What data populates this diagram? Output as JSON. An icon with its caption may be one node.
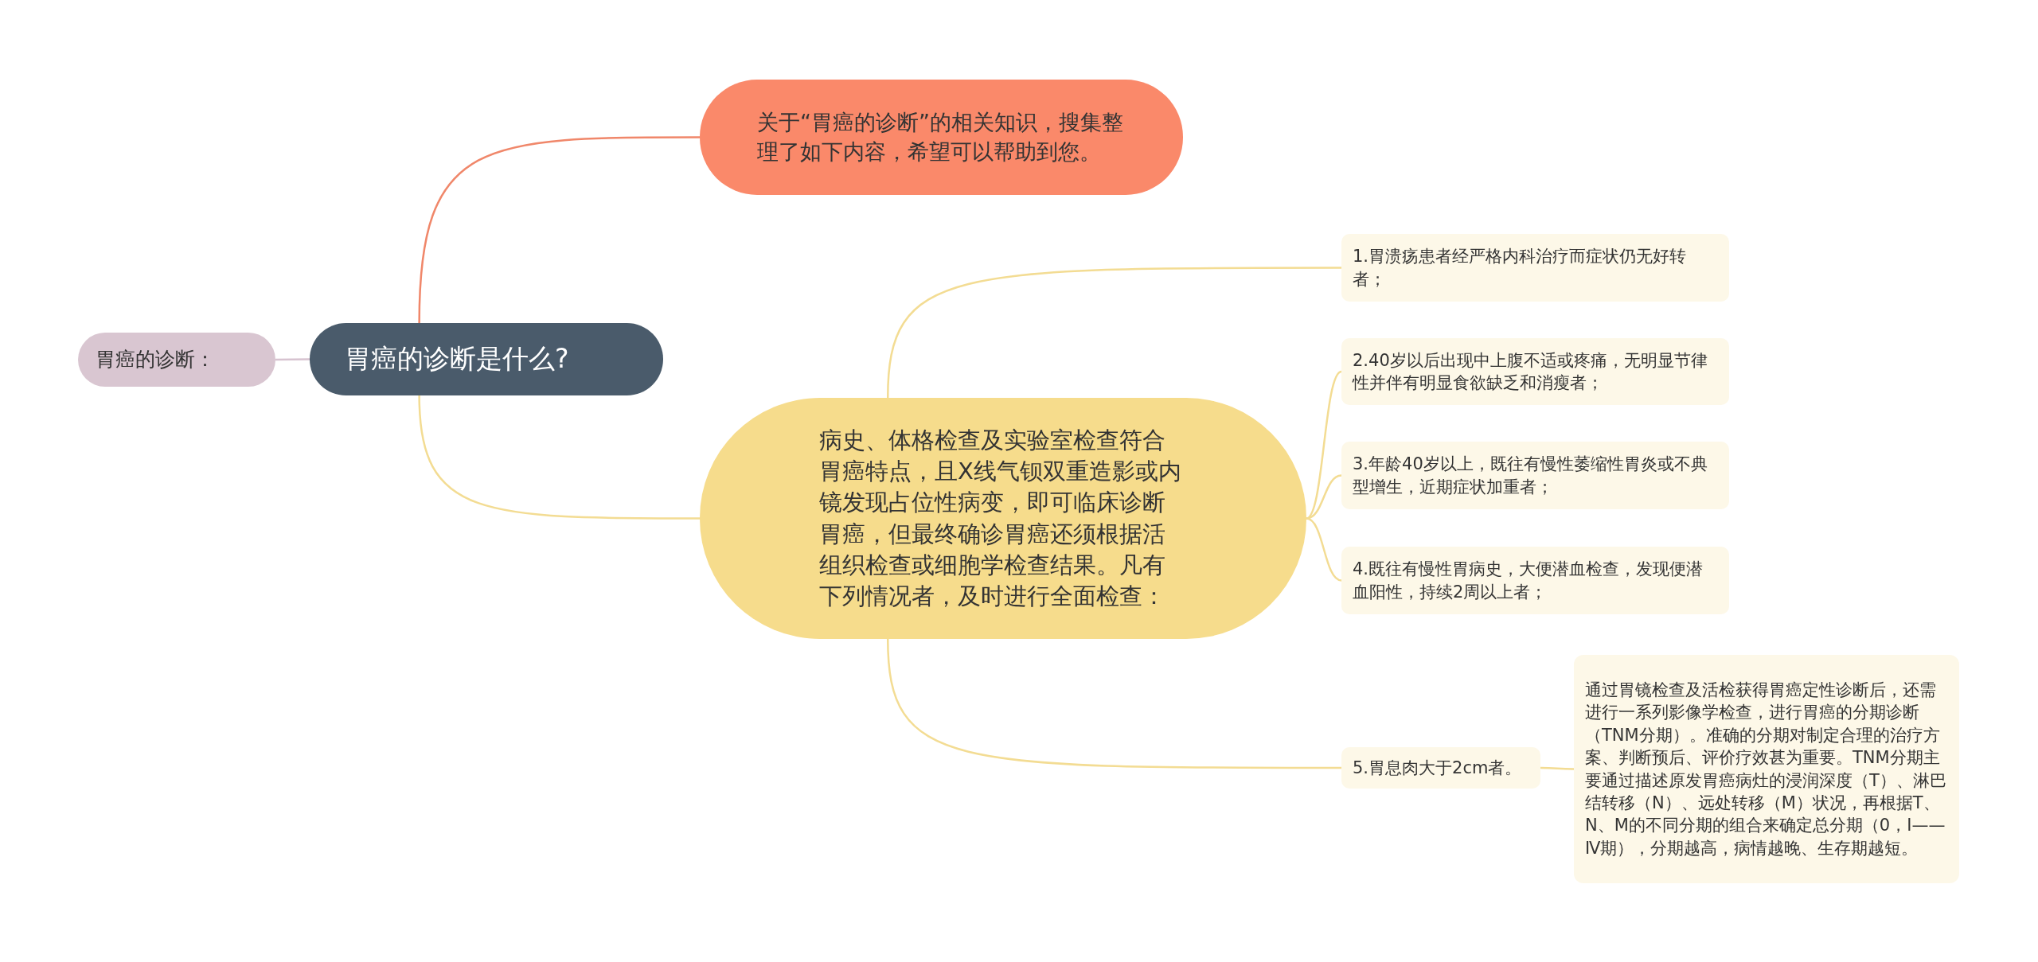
{
  "diagram": {
    "nodes": [
      {
        "text": [
          "胃癌的诊断："
        ]
      },
      {
        "text": [
          "胃癌的诊断是什么?"
        ]
      },
      {
        "text": [
          "关于“胃癌的诊断”的相关知识，搜集整理了如下内容，希望可以帮助到您。"
        ]
      },
      {
        "text": [
          "病史、体格检查及实验室检查符合胃癌特点，且X线气钡双重造影或内镜发现占位性病变，即可临床诊断胃癌，但最终确诊胃癌还须根据活组织检查或细胞学检查结果。凡有下列情况者，及时进行全面检查："
        ]
      },
      {
        "text": [
          "1.胃溃疡患者经严格内科治疗而症状仍无好转者；"
        ]
      },
      {
        "text": [
          "2.40岁以后出现中上腹不适或疼痛，无明显节律性并伴有明显食欲缺乏和消瘦者；"
        ]
      },
      {
        "text": [
          "3.年龄40岁以上，既往有慢性萎缩性胃炎或不典型增生，近期症状加重者；"
        ]
      },
      {
        "text": [
          "4.既往有慢性胃病史，大便潜血检查，发现便潜血阳性，持续2周以上者；"
        ]
      },
      {
        "text": [
          "5.胃息肉大于2cm者。"
        ]
      },
      {
        "text": [
          "通过胃镜检查及活检获得胃癌定性诊断后，还需进行一系列影像学检查，进行胃癌的分期诊断（TNM分期）。准确的分期对制定合理的治疗方案、判断预后、评价疗效甚为重要。TNM分期主要通过描述原发胃癌病灶的浸润深度（T）、淋巴结转移（N）、远处转移（M）状况，再根据T、N、M的不同分期的组合来确定总分期（0，Ⅰ——Ⅳ期），分期越高，病情越晚、生存期越短。"
        ]
      }
    ],
    "edges": [
      {
        "from": 1,
        "to": 0,
        "arrow": "none",
        "color": "#d7c3d0"
      },
      {
        "from": 1,
        "to": 2,
        "arrow": "none",
        "color": "#f0876a"
      },
      {
        "from": 1,
        "to": 3,
        "arrow": "none"
      },
      {
        "from": 3,
        "to": 4,
        "arrow": "none"
      },
      {
        "from": 3,
        "to": 5,
        "arrow": "none"
      },
      {
        "from": 3,
        "to": 6,
        "arrow": "none"
      },
      {
        "from": 3,
        "to": 7,
        "arrow": "none"
      },
      {
        "from": 3,
        "to": 8,
        "arrow": "none"
      },
      {
        "from": 8,
        "to": 9,
        "arrow": "none"
      }
    ]
  }
}
